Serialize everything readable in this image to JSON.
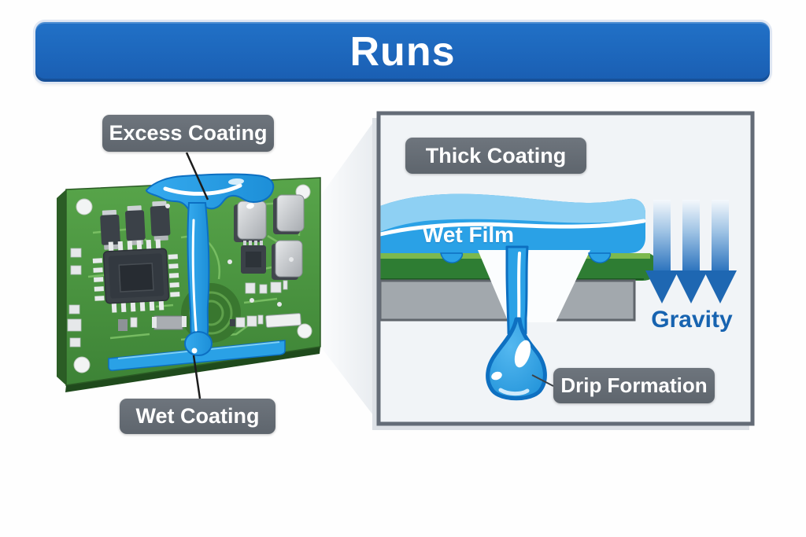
{
  "title": "Runs",
  "left_scene": {
    "excess_label": "Excess Coating",
    "wet_label": "Wet Coating"
  },
  "panel": {
    "thick_label": "Thick Coating",
    "wet_film_label": "Wet Film",
    "gravity_label": "Gravity",
    "drip_label": "Drip Formation"
  },
  "icons": {
    "gravity_arrows": "arrow-down-icon"
  },
  "colors": {
    "banner_blue": "#2171c7",
    "banner_blue_dark": "#1a5eb2",
    "label_gray": "#666d76",
    "liquid_blue": "#2aa1e6",
    "liquid_dark": "#0d6fc0",
    "board_green": "#4d9b42",
    "layer_green": "#2e7d33",
    "substrate_gray": "#a2a8ad",
    "gravity_blue": "#1763b0",
    "panel_bg": "#f1f4f7",
    "panel_border": "#646c77"
  }
}
